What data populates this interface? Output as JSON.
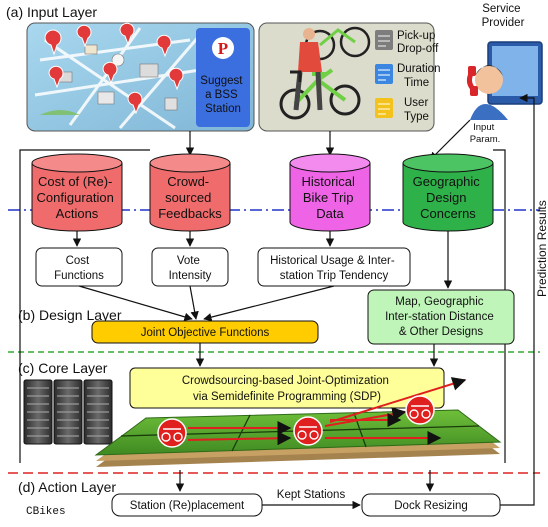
{
  "layers": {
    "input": "(a) Input Layer",
    "design": "(b) Design Layer",
    "core": "(c) Core Layer",
    "action": "(d) Action Layer"
  },
  "map_panel": {
    "suggest_label": [
      "Suggest",
      "a BSS",
      "Station"
    ]
  },
  "bike_panel": {
    "cards": [
      [
        "Pick-up",
        "Drop-off"
      ],
      [
        "Duration",
        "Time"
      ],
      [
        "User",
        "Type"
      ]
    ]
  },
  "service_provider": {
    "title": [
      "Service",
      "Provider"
    ],
    "input_param": [
      "Input",
      "Param."
    ],
    "prediction_results": "Prediction Results"
  },
  "cylinders": [
    {
      "lines": [
        "Cost of (Re)-",
        "Configuration",
        "Actions"
      ],
      "color": "#f06b6b"
    },
    {
      "lines": [
        "Crowd-",
        "sourced",
        "Feedbacks"
      ],
      "color": "#f06b6b"
    },
    {
      "lines": [
        "Historical",
        "Bike Trip",
        "Data"
      ],
      "color": "#ef64e6"
    },
    {
      "lines": [
        "Geographic",
        "Design",
        "Concerns"
      ],
      "color": "#2fb14a"
    }
  ],
  "design_boxes": {
    "cost_functions": [
      "Cost",
      "Functions"
    ],
    "vote_intensity": [
      "Vote",
      "Intensity"
    ],
    "historical_usage": [
      "Historical Usage & Inter-",
      "station Trip Tendency"
    ],
    "map_geo": [
      "Map, Geographic",
      "Inter-station Distance",
      "& Other Designs"
    ],
    "joint_objective": "Joint Objective Functions"
  },
  "core": {
    "sdp": [
      "Crowdsourcing-based Joint-Optimization",
      "via Semidefinite Programming (SDP)"
    ]
  },
  "action": {
    "station_replacement": "Station (Re)placement",
    "kept_stations": "Kept Stations",
    "dock_resizing": "Dock Resizing",
    "cbikes": "CBikes"
  },
  "colors": {
    "red_cylinder": "#f06b6b",
    "magenta_cylinder": "#ef64e6",
    "green_cylinder": "#2fb14a",
    "design_green": "#bff5b9",
    "joint_yellow": "#ffcc00",
    "sdp_yellow": "#ffff99",
    "divider_blue": "#2233cc",
    "divider_green": "#33aa33",
    "divider_red": "#dd2222"
  }
}
